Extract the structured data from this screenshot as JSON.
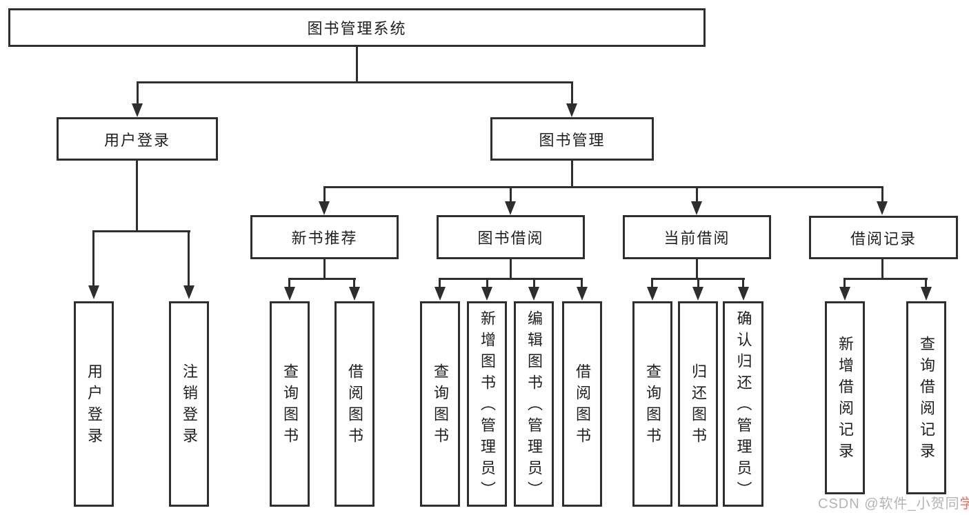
{
  "diagram": {
    "root": {
      "label": "图书管理系统"
    },
    "level2": [
      {
        "label": "用户登录"
      },
      {
        "label": "图书管理"
      }
    ],
    "level3": [
      {
        "label": "新书推荐"
      },
      {
        "label": "图书借阅"
      },
      {
        "label": "当前借阅"
      },
      {
        "label": "借阅记录"
      }
    ],
    "leaves": {
      "user_login": [
        {
          "label": "用户登录"
        },
        {
          "label": "注销登录"
        }
      ],
      "new_book": [
        {
          "label": "查询图书"
        },
        {
          "label": "借阅图书"
        }
      ],
      "book_borrow": [
        {
          "label": "查询图书"
        },
        {
          "label": "新增图书（管理员）"
        },
        {
          "label": "编辑图书（管理员）"
        },
        {
          "label": "借阅图书"
        }
      ],
      "current_borrow": [
        {
          "label": "查询图书"
        },
        {
          "label": "归还图书"
        },
        {
          "label": "确认归还（管理员）"
        }
      ],
      "borrow_record": [
        {
          "label": "新增借阅记录"
        },
        {
          "label": "查询借阅记录"
        }
      ]
    }
  },
  "watermark": {
    "text_gray": "CSDN @软件_小贺同",
    "text_accent": "学"
  },
  "colors": {
    "line": "#2e2e2e",
    "text": "#1f1f1f",
    "background": "#ffffff",
    "watermark": "#b3b3b3",
    "watermark_accent": "#ef6a64"
  }
}
